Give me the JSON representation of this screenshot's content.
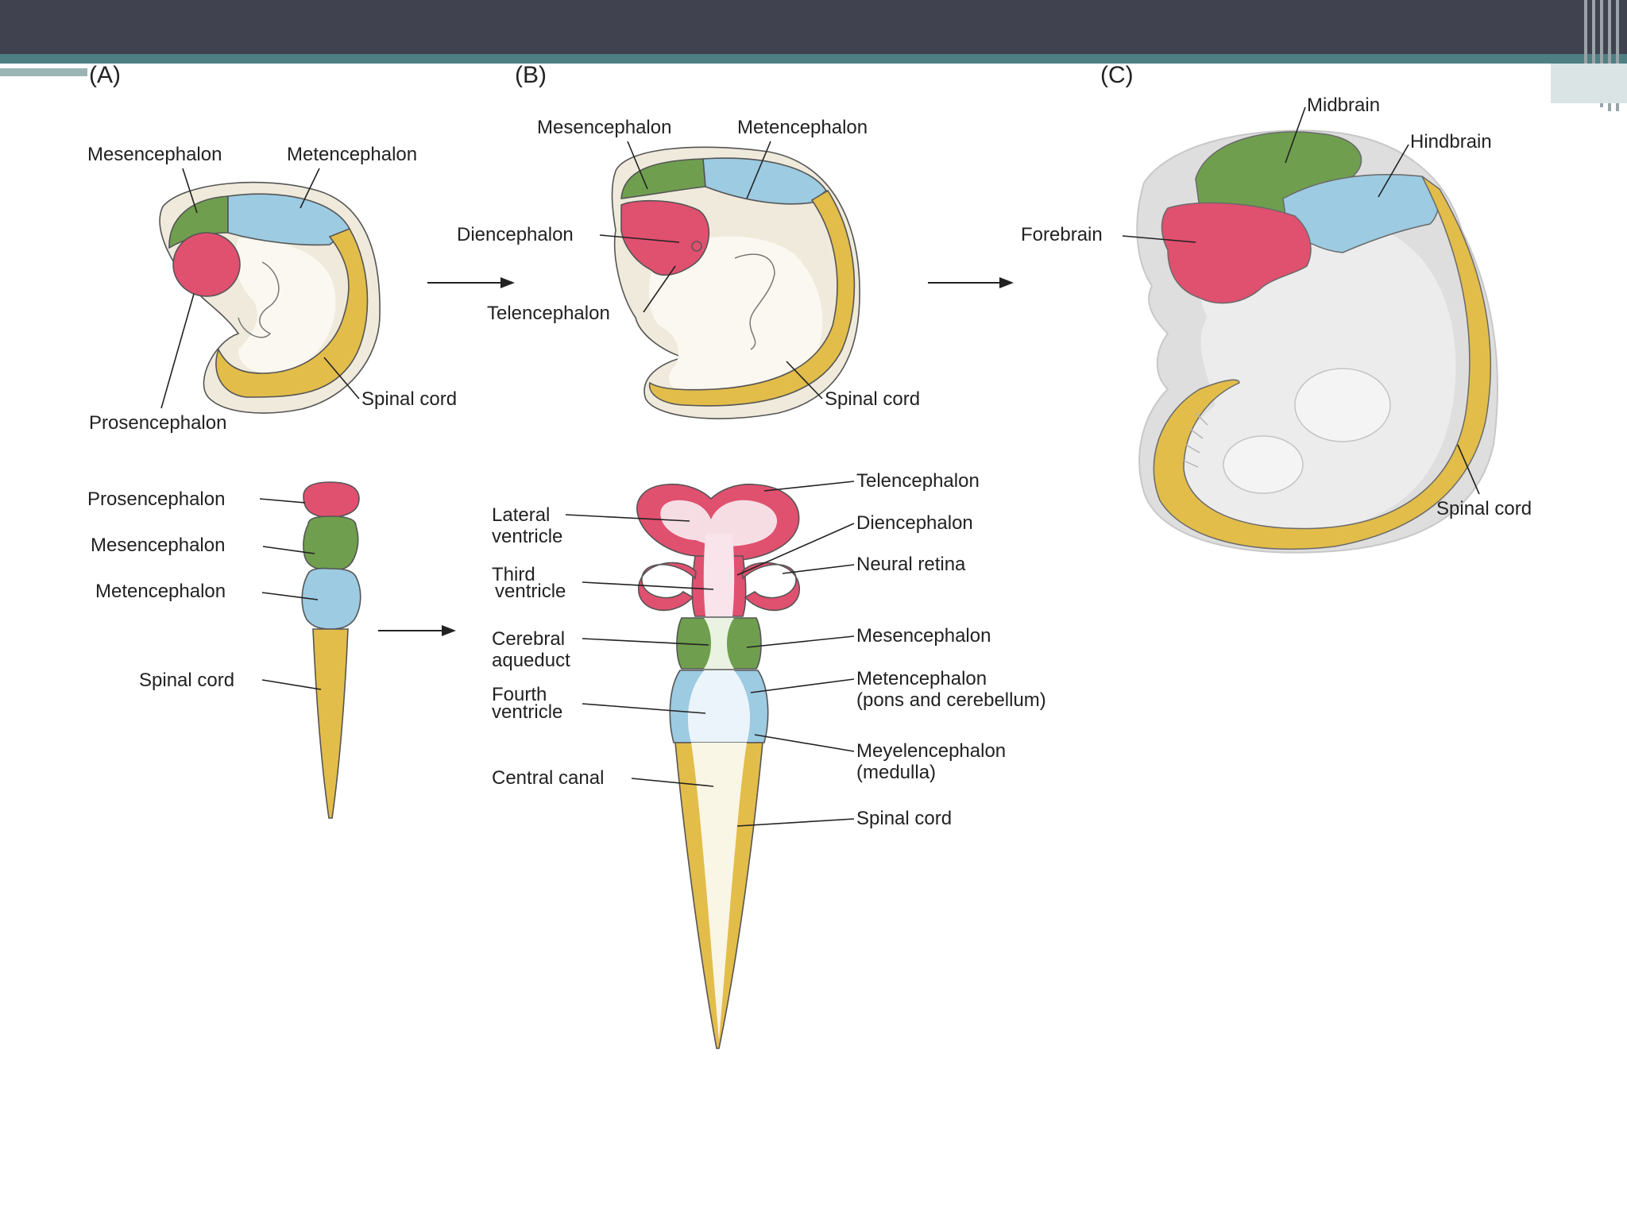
{
  "panels": {
    "a": "(A)",
    "b": "(B)",
    "c": "(C)"
  },
  "colors": {
    "forebrain": "#e0506f",
    "midbrain": "#6f9f4e",
    "hindbrain": "#9ccbe2",
    "spinal_cord": "#e3bd4a",
    "embryo_body": "#f6f3e8",
    "embryo_outline": "#ebe6d6",
    "grey_embryo": "#e4e4e4",
    "header_bar": "#40424f",
    "accent_bar": "#4e7f83"
  },
  "labels": {
    "a_mesencephalon": "Mesencephalon",
    "a_metencephalon": "Metencephalon",
    "a_spinal_cord": "Spinal cord",
    "a_prosencephalon": "Prosencephalon",
    "b_mesencephalon": "Mesencephalon",
    "b_metencephalon": "Metencephalon",
    "b_diencephalon": "Diencephalon",
    "b_telencephalon": "Telencephalon",
    "b_spinal_cord": "Spinal cord",
    "c_midbrain": "Midbrain",
    "c_hindbrain": "Hindbrain",
    "c_forebrain": "Forebrain",
    "c_spinal_cord": "Spinal cord",
    "t3_prosencephalon": "Prosencephalon",
    "t3_mesencephalon": "Mesencephalon",
    "t3_metencephalon": "Metencephalon",
    "t3_spinal_cord": "Spinal cord",
    "t5_lateral": "Lateral",
    "t5_ventricle1": "ventricle",
    "t5_third": "Third",
    "t5_ventricle2": "ventricle",
    "t5_cerebral": "Cerebral",
    "t5_aqueduct": "aqueduct",
    "t5_fourth": "Fourth",
    "t5_ventricle3": "ventricle",
    "t5_central_canal": "Central canal",
    "t5_telencephalon": "Telencephalon",
    "t5_diencephalon": "Diencephalon",
    "t5_neural_retina": "Neural retina",
    "t5_mesencephalon": "Mesencephalon",
    "t5_metencephalon": "Metencephalon",
    "t5_pons": "(pons and cerebellum)",
    "t5_meyelencephalon": "Meyelencephalon",
    "t5_medulla": "(medulla)",
    "t5_spinal_cord": "Spinal cord"
  }
}
